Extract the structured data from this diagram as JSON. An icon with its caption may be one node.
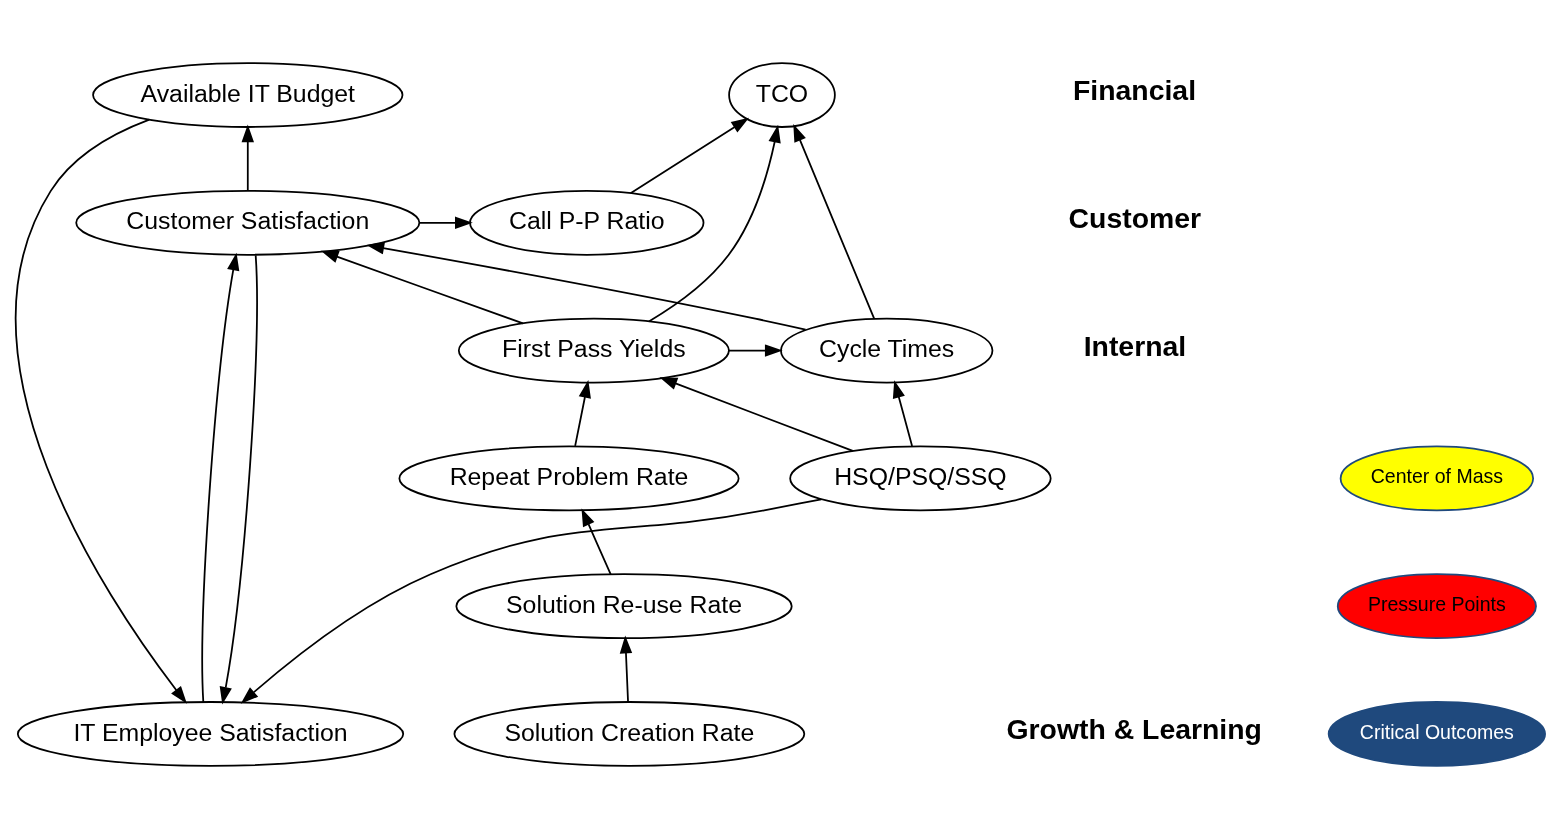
{
  "diagram": {
    "nodes": [
      {
        "text": [
          "Available IT Budget"
        ]
      },
      {
        "text": [
          "TCO"
        ]
      },
      {
        "text": [
          "Customer Satisfaction"
        ]
      },
      {
        "text": [
          "Call P-P Ratio"
        ]
      },
      {
        "text": [
          "Cycle Times"
        ]
      },
      {
        "text": [
          "First Pass Yields"
        ]
      },
      {
        "text": [
          "Repeat Problem Rate"
        ]
      },
      {
        "text": [
          "HSQ/PSQ/SSQ"
        ]
      },
      {
        "text": [
          "Solution Re-use Rate"
        ]
      },
      {
        "text": [
          "IT Employee Satisfaction"
        ]
      },
      {
        "text": [
          "Solution Creation Rate"
        ]
      }
    ],
    "edges": [
      {
        "from": 0,
        "to": 9,
        "arrow": "to"
      },
      {
        "from": 9,
        "to": 2,
        "arrow": "to"
      },
      {
        "from": 2,
        "to": 0,
        "arrow": "to"
      },
      {
        "from": 2,
        "to": 9,
        "arrow": "to"
      },
      {
        "from": 2,
        "to": 3,
        "arrow": "to"
      },
      {
        "from": 3,
        "to": 1,
        "arrow": "to"
      },
      {
        "from": 5,
        "to": 1,
        "arrow": "to"
      },
      {
        "from": 5,
        "to": 2,
        "arrow": "to"
      },
      {
        "from": 4,
        "to": 2,
        "arrow": "to"
      },
      {
        "from": 4,
        "to": 1,
        "arrow": "to"
      },
      {
        "from": 5,
        "to": 4,
        "arrow": "to"
      },
      {
        "from": 7,
        "to": 4,
        "arrow": "to"
      },
      {
        "from": 7,
        "to": 5,
        "arrow": "to"
      },
      {
        "from": 7,
        "to": 9,
        "arrow": "to"
      },
      {
        "from": 6,
        "to": 5,
        "arrow": "to"
      },
      {
        "from": 8,
        "to": 6,
        "arrow": "to"
      },
      {
        "from": 10,
        "to": 8,
        "arrow": "to"
      }
    ],
    "labels": [
      "Financial",
      "Customer",
      "Internal",
      "Growth & Learning"
    ],
    "legend": [
      {
        "text": "Center of Mass",
        "color": "#ffff00"
      },
      {
        "text": "Pressure Points",
        "color": "#ff0000"
      },
      {
        "text": "Critical Outcomes",
        "color": "#1f497d"
      }
    ]
  }
}
